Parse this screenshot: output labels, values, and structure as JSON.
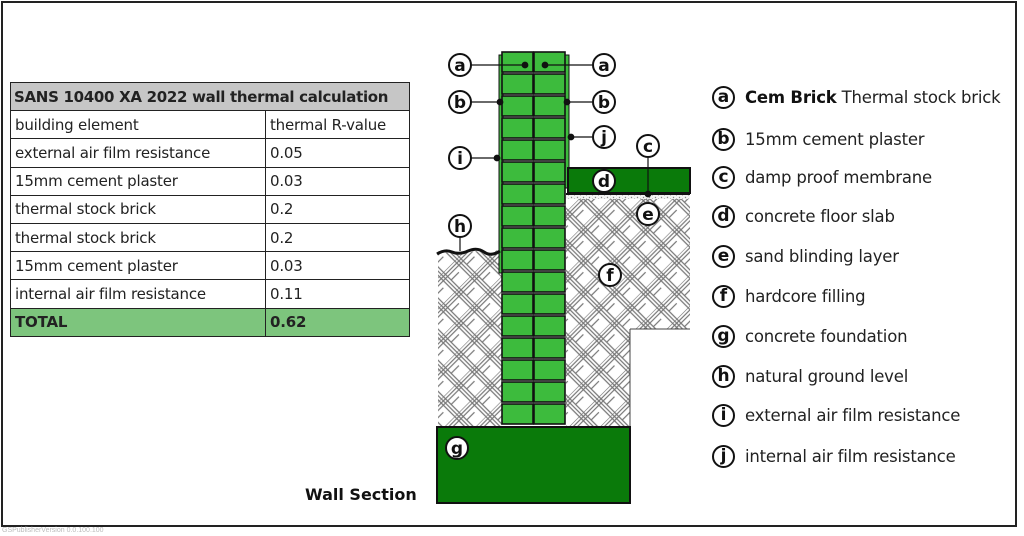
{
  "table": {
    "title": "SANS 10400 XA 2022 wall thermal calculation",
    "headers": [
      "building element",
      "thermal R-value"
    ],
    "rows": [
      {
        "element": "external air film resistance",
        "value": "0.05"
      },
      {
        "element": "15mm cement plaster",
        "value": "0.03"
      },
      {
        "element": "thermal stock brick",
        "value": "0.2"
      },
      {
        "element": "thermal stock brick",
        "value": "0.2"
      },
      {
        "element": "15mm cement plaster",
        "value": "0.03"
      },
      {
        "element": "internal air film resistance",
        "value": "0.11"
      }
    ],
    "total": {
      "label": "TOTAL",
      "value": "0.62"
    }
  },
  "diagram": {
    "title": "Wall Section",
    "callouts": [
      "a",
      "a",
      "b",
      "b",
      "c",
      "d",
      "e",
      "f",
      "g",
      "h",
      "i",
      "j"
    ]
  },
  "legend": [
    {
      "key": "a",
      "bold": "Cem Brick",
      "text": " Thermal stock brick"
    },
    {
      "key": "b",
      "bold": "",
      "text": "15mm cement plaster"
    },
    {
      "key": "c",
      "bold": "",
      "text": "damp proof membrane"
    },
    {
      "key": "d",
      "bold": "",
      "text": "concrete floor slab"
    },
    {
      "key": "e",
      "bold": "",
      "text": "sand blinding layer"
    },
    {
      "key": "f",
      "bold": "",
      "text": "hardcore filling"
    },
    {
      "key": "g",
      "bold": "",
      "text": "concrete foundation"
    },
    {
      "key": "h",
      "bold": "",
      "text": "natural ground level"
    },
    {
      "key": "i",
      "bold": "",
      "text": "external air film resistance"
    },
    {
      "key": "j",
      "bold": "",
      "text": " internal air film resistance"
    }
  ],
  "colors": {
    "brick": "#3dbb3d",
    "concrete": "#0a7a0a",
    "table_header": "#c6c6c6",
    "table_total": "#7dc57d"
  },
  "footer": "GSPublisherVersion 0.0.100.100"
}
